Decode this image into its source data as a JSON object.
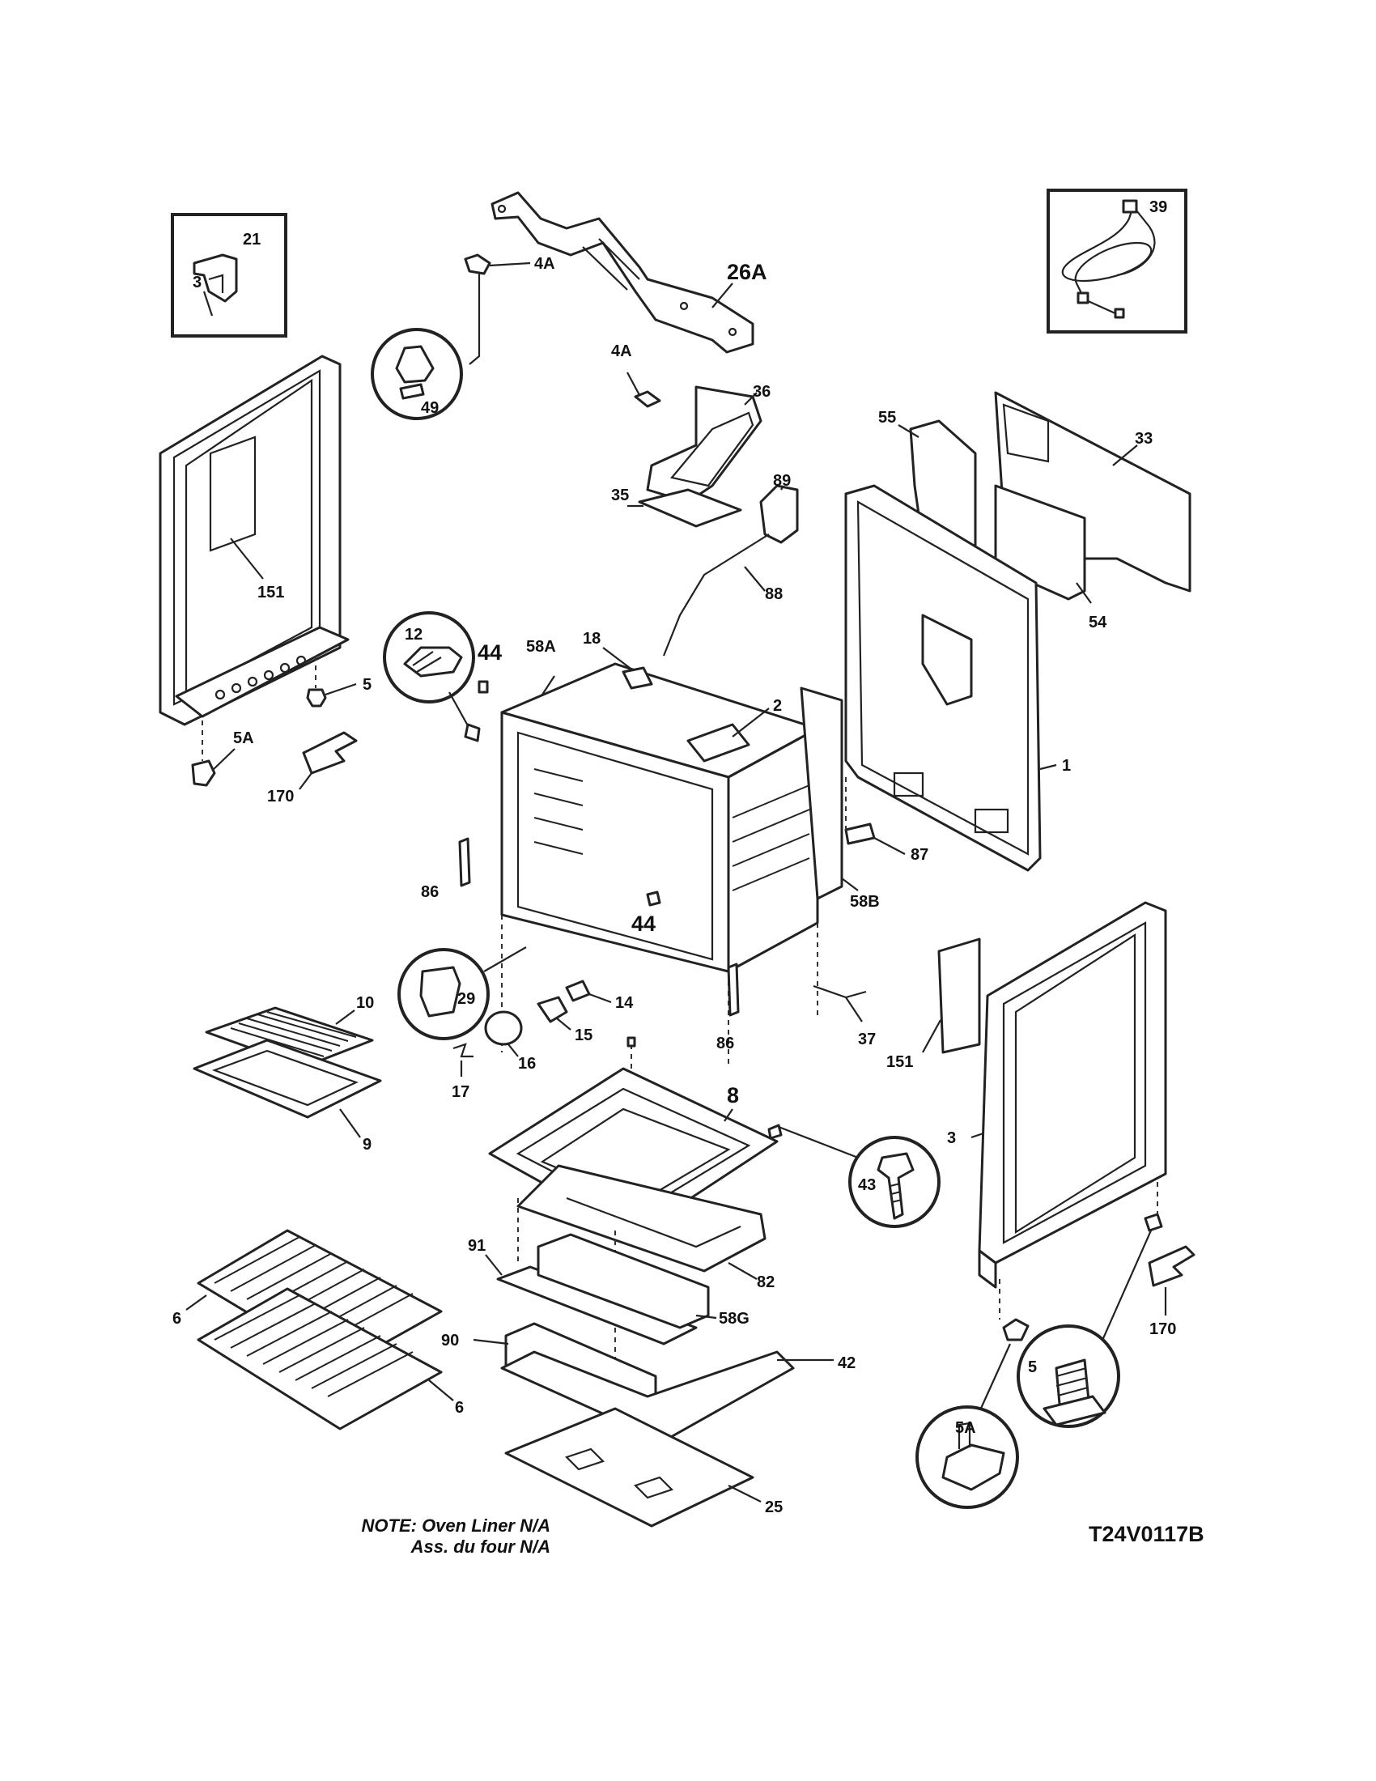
{
  "labels": {
    "p21": "21",
    "p26a": "26A",
    "p39": "39",
    "p4a_top": "4A",
    "p49": "49",
    "p3_left": "3",
    "p4a_mid": "4A",
    "p36": "36",
    "p55": "55",
    "p33": "33",
    "p35": "35",
    "p89": "89",
    "p151_left": "151",
    "p88": "88",
    "p54": "54",
    "p12": "12",
    "p44_top": "44",
    "p58a": "58A",
    "p18": "18",
    "p2": "2",
    "p5_left": "5",
    "p5a_left": "5A",
    "p170_left": "170",
    "p1": "1",
    "p87": "87",
    "p86_left": "86",
    "p58b": "58B",
    "p44_bot": "44",
    "p29": "29",
    "p10": "10",
    "p14": "14",
    "p15": "15",
    "p16": "16",
    "p17": "17",
    "p86_right": "86",
    "p37": "37",
    "p151_right": "151",
    "p8": "8",
    "p3_right": "3",
    "p9": "9",
    "p43": "43",
    "p82": "82",
    "p91": "91",
    "p6_top": "6",
    "p58g": "58G",
    "p90": "90",
    "p42": "42",
    "p170_right": "170",
    "p6_bot": "6",
    "p5_right": "5",
    "p5a_right": "5A",
    "p25": "25"
  },
  "note": {
    "line1": "NOTE: Oven Liner N/A",
    "line2": "Ass. du four N/A"
  },
  "diagram_code": "T24V0117B"
}
